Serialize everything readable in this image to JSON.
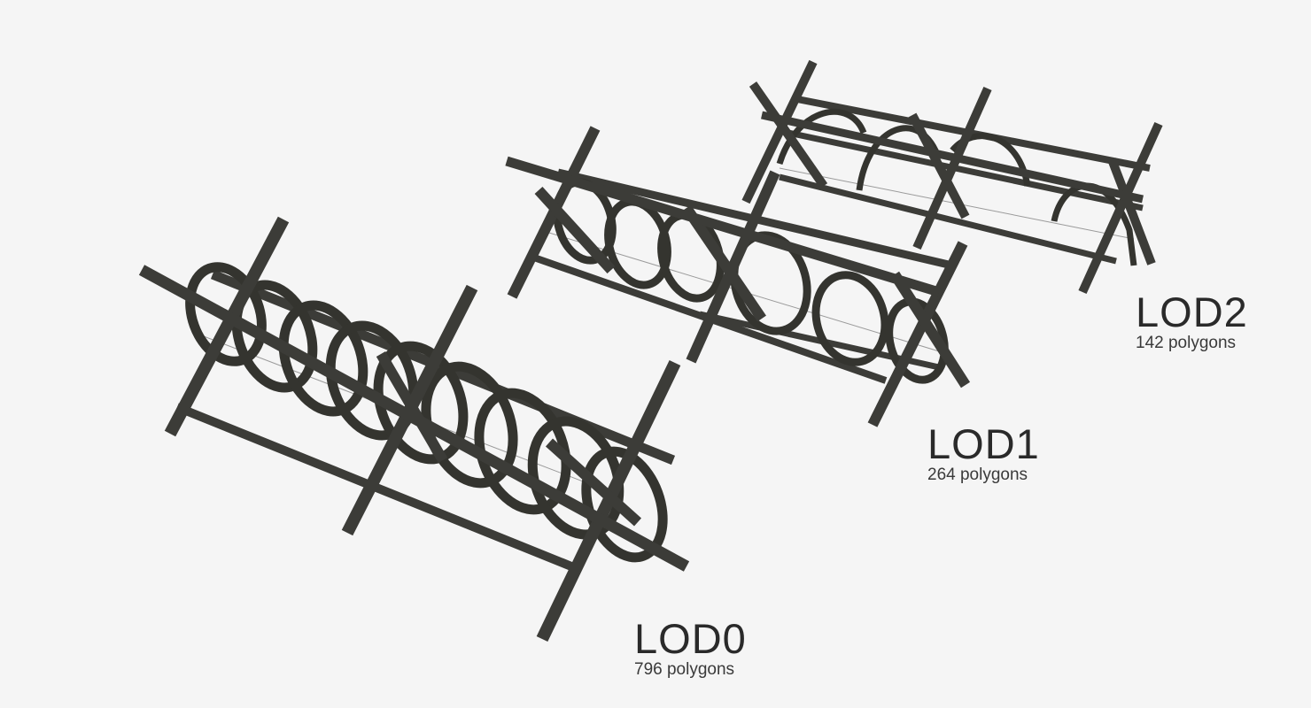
{
  "models": [
    {
      "title": "LOD0",
      "subtitle": "796 polygons"
    },
    {
      "title": "LOD1",
      "subtitle": "264 polygons"
    },
    {
      "title": "LOD2",
      "subtitle": "142 polygons"
    }
  ],
  "colors": {
    "background": "#f5f5f5",
    "text": "#2a2a2a",
    "model": "#3c3c38"
  }
}
